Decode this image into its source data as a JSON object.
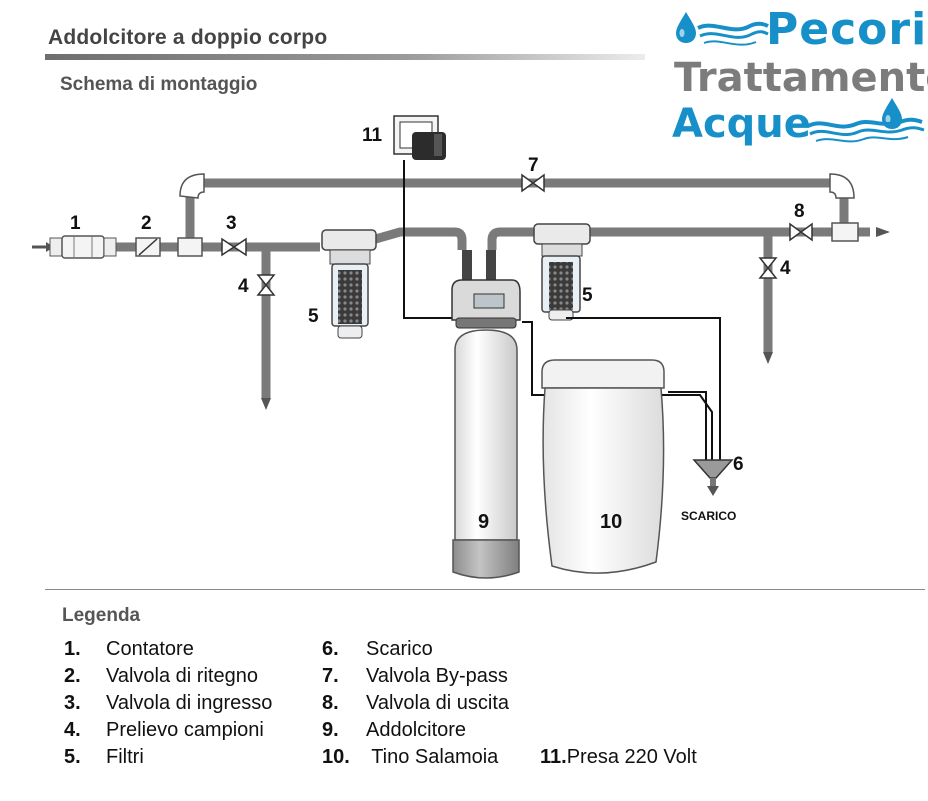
{
  "header": {
    "title": "Addolcitore a  doppio corpo",
    "subtitle": "Schema di montaggio"
  },
  "logo": {
    "line1": "Pecori",
    "line2": "Trattamento",
    "line3": "Acque",
    "colors": {
      "blue": "#1790c9",
      "grey": "#7c7c7c"
    }
  },
  "diagram": {
    "labels": {
      "l1": "1",
      "l2": "2",
      "l3": "3",
      "l4a": "4",
      "l4b": "4",
      "l5a": "5",
      "l5b": "5",
      "l6": "6",
      "l7": "7",
      "l8": "8",
      "l9": "9",
      "l10": "10",
      "l11": "11"
    },
    "scarico": "SCARICO",
    "colors": {
      "pipe": "#7a7a7a",
      "line": "#111111"
    }
  },
  "legend": {
    "title": "Legenda",
    "items": [
      {
        "num": "1.",
        "text": "Contatore"
      },
      {
        "num": "2.",
        "text": "Valvola di ritegno"
      },
      {
        "num": "3.",
        "text": "Valvola di ingresso"
      },
      {
        "num": "4.",
        "text": "Prelievo campioni"
      },
      {
        "num": "5.",
        "text": "Filtri"
      },
      {
        "num": "6.",
        "text": "Scarico"
      },
      {
        "num": "7.",
        "text": "Valvola By-pass"
      },
      {
        "num": "8.",
        "text": "Valvola di uscita"
      },
      {
        "num": "9.",
        "text": "Addolcitore"
      },
      {
        "num": "10.",
        "text": "Tino Salamoia"
      },
      {
        "num": "11.",
        "text": "Presa 220 Volt"
      }
    ]
  }
}
